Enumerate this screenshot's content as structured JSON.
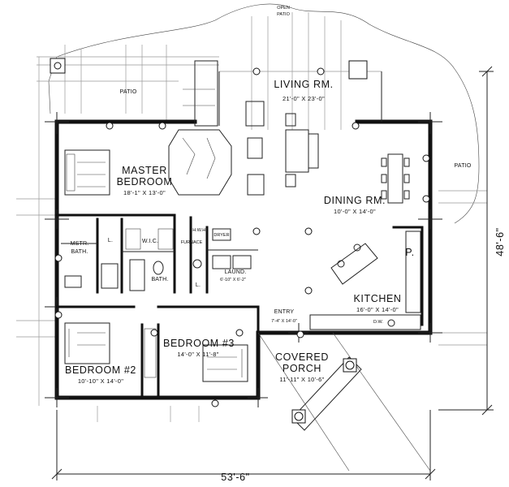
{
  "labels": {
    "open_patio_1": "OPEN",
    "open_patio_2": "PATIO",
    "patio_left": "PATIO",
    "patio_right": "PATIO",
    "living_name": "LIVING RM.",
    "living_dim": "21'-0\" X 23'-0\"",
    "master_1": "MASTER",
    "master_2": "BEDROOM",
    "master_dim": "18'-1\" X 13'-0\"",
    "dining_name": "DINING RM.",
    "dining_dim": "10'-0\" X 14'-0\"",
    "mstr_bath_1": "MSTR.",
    "mstr_bath_2": "BATH.",
    "linen": "L.",
    "wic": "W.I.C.",
    "furnace": "FURNACE",
    "hwh": "H.W.H.",
    "dryer": "DRYER",
    "bath": "BATH.",
    "laund": "LAUND.",
    "laund_dim": "6'-10\" X 6'-2\"",
    "linen_2": "L.",
    "pantry": "P.",
    "kitchen_name": "KITCHEN",
    "kitchen_dim": "16'-0\" X 14'-0\"",
    "entry_name": "ENTRY",
    "entry_dim": "7'-4\" X 14'-0\"",
    "bed3_name": "BEDROOM #3",
    "bed3_dim": "14'-0\" X 11'-8\"",
    "bed2_name": "BEDROOM #2",
    "bed2_dim": "10'-10\" X 14'-0\"",
    "porch_1": "COVERED",
    "porch_2": "PORCH",
    "porch_dim": "11'-11\" X 10'-6\"",
    "dw": "D.W.",
    "width_dim": "53'-6\"",
    "depth_dim": "48'-6\""
  }
}
